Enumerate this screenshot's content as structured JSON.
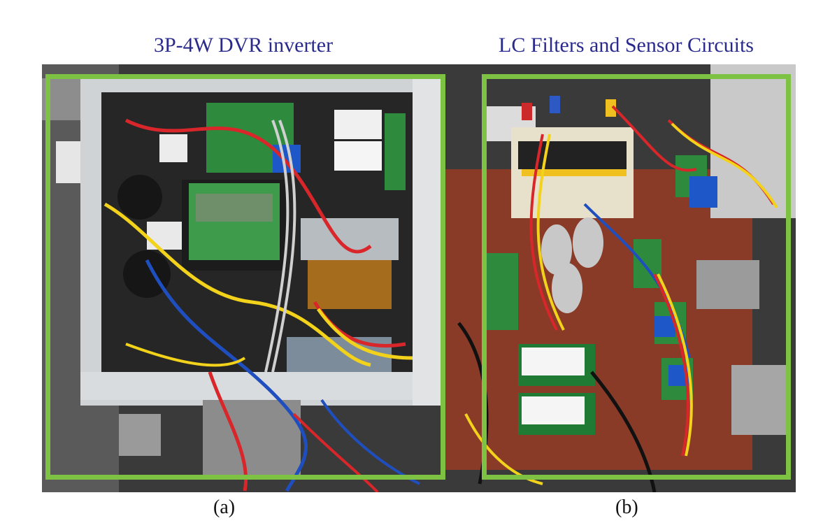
{
  "captions": {
    "left_title": "3P-4W DVR inverter",
    "right_title": "LC Filters and Sensor Circuits",
    "left_label": "(a)",
    "right_label": "(b)"
  },
  "colors": {
    "title_text": "#2a2a8c",
    "frame_green": "#7dc242",
    "pcb_green": "#2e8b3e",
    "heatsink": "#1c1c1c",
    "bench_red": "#8a3b28",
    "wire_red": "#d8262a",
    "wire_yellow": "#f2d21a",
    "wire_blue": "#1f4fbf"
  }
}
